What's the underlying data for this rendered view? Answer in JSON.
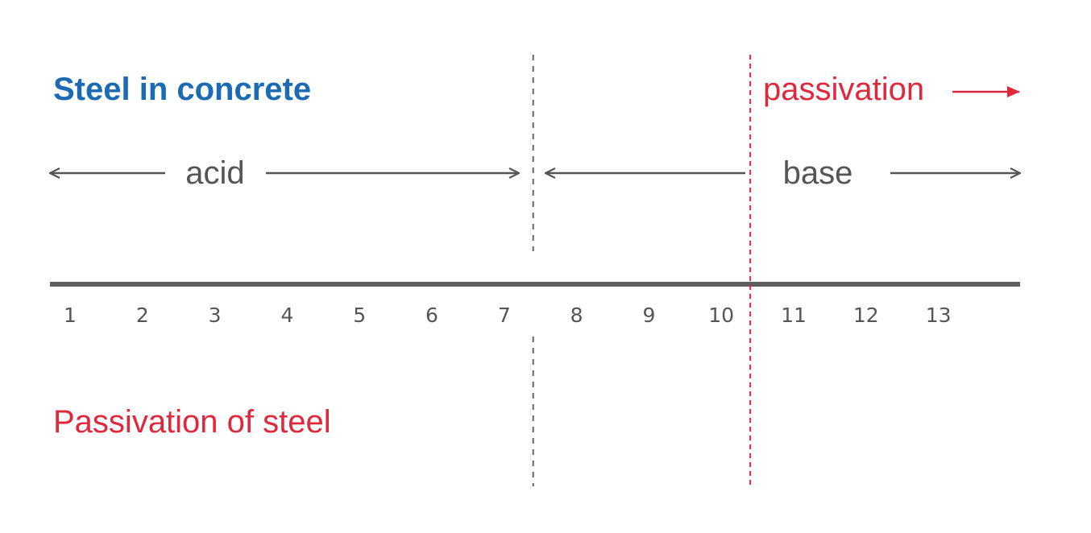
{
  "title": "Steel in concrete",
  "subtitle": "Passivation of steel",
  "labels": {
    "acid": "acid",
    "base": "base",
    "passivation": "passivation"
  },
  "ph_ticks": [
    "1",
    "2",
    "3",
    "4",
    "5",
    "6",
    "7",
    "8",
    "9",
    "10",
    "11",
    "12",
    "13"
  ],
  "markers": {
    "neutral_ph": 7.4,
    "passivation_ph": 10.4
  },
  "colors": {
    "title": "#1a6bb3",
    "accent": "#e0283c",
    "text": "#555555",
    "axis": "#5e5e5e",
    "neutral_line": "#666666"
  },
  "icons": {
    "acid_arrow": "double-headed-arrow",
    "base_arrow": "double-headed-arrow",
    "passivation_arrow": "right-arrow"
  }
}
